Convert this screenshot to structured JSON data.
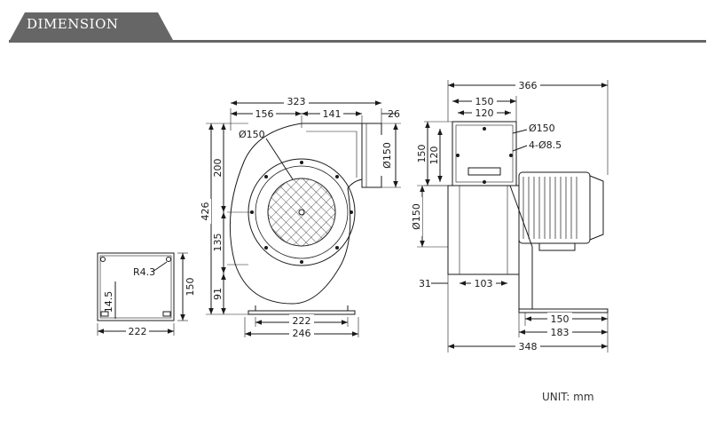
{
  "header": {
    "title": "DIMENSION",
    "tab_color": "#666666",
    "rule_color": "#666666"
  },
  "unit_label": "UNIT: mm",
  "line_color": "#1a1a1a",
  "footprint_view": {
    "r_label": "R4.3",
    "dim_height": "150",
    "dim_slot": "14.5",
    "dim_width": "222"
  },
  "side_view": {
    "dim_overall_width": "323",
    "dim_left_width": "156",
    "dim_right_width": "141",
    "dim_outlet_offset": "26",
    "dim_total_height": "426",
    "dim_upper_height": "200",
    "dim_middle_height": "135",
    "dim_lower_height": "91",
    "dim_inlet_dia": "Ø150",
    "dim_outlet_dia": "Ø150",
    "dim_base_inner": "222",
    "dim_base_outer": "246"
  },
  "front_view": {
    "dim_total_width": "366",
    "dim_flange_width": "150",
    "dim_hole_spacing_w": "120",
    "dim_flange_height": "150",
    "dim_hole_spacing_h": "120",
    "dim_flange_dia": "Ø150",
    "dim_holes": "4-Ø8.5",
    "dim_body_dia": "Ø150",
    "dim_left_offset": "31",
    "dim_inner_width": "103",
    "dim_base_width": "150",
    "dim_base_overall": "183",
    "dim_total_base": "348"
  }
}
